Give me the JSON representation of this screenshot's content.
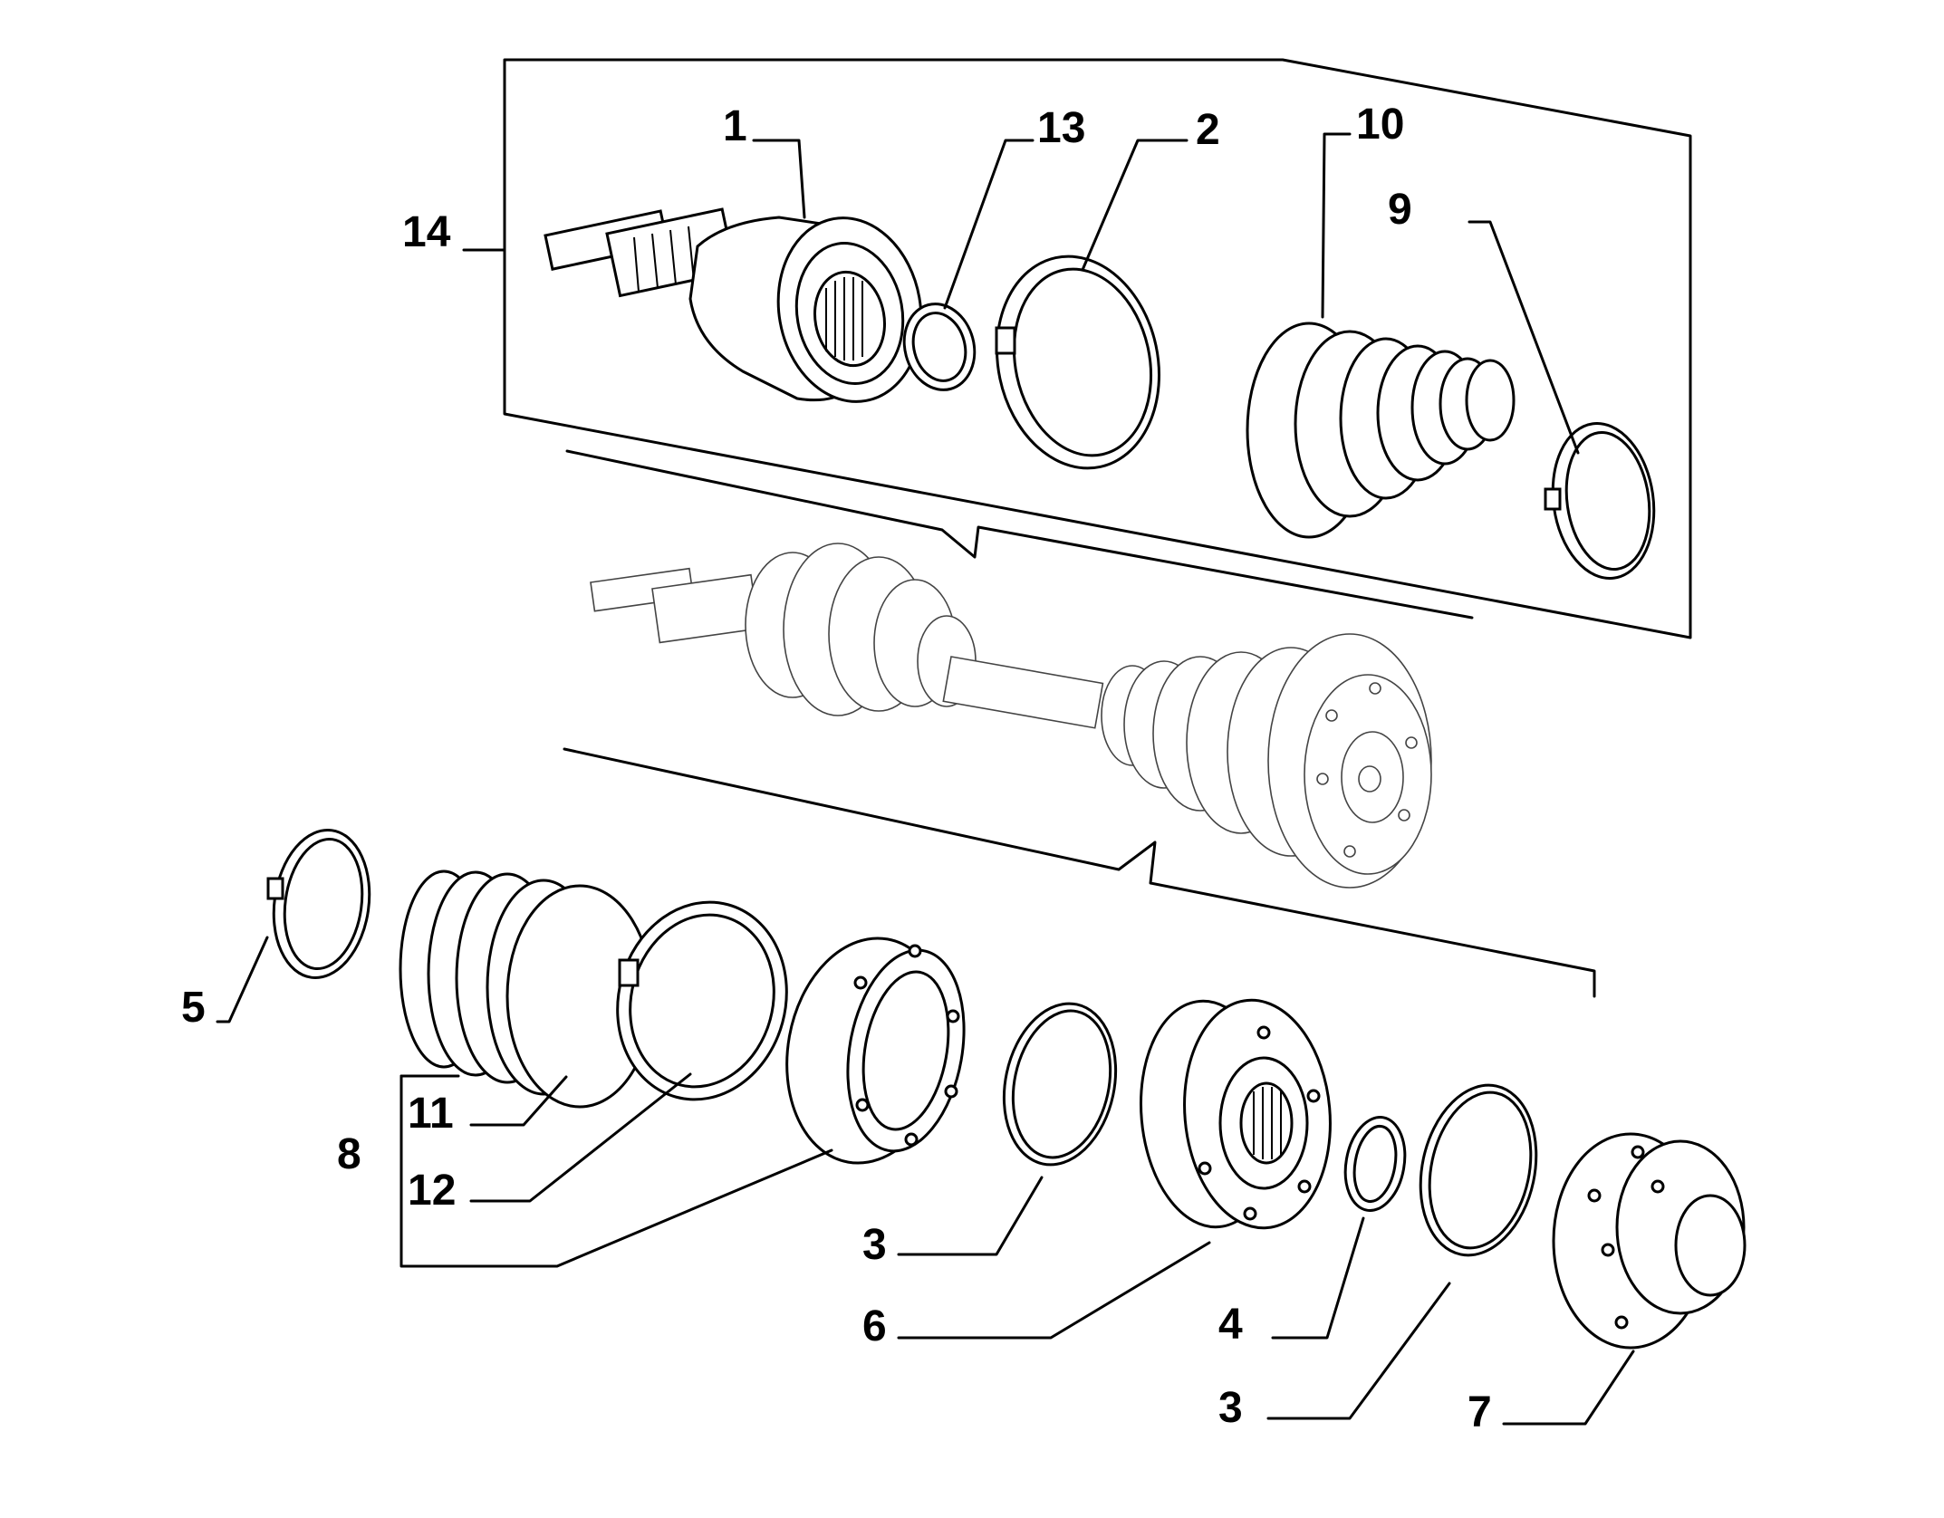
{
  "labels": {
    "p1": "1",
    "p2": "2",
    "p3a": "3",
    "p3b": "3",
    "p4": "4",
    "p5": "5",
    "p6": "6",
    "p7": "7",
    "p8": "8",
    "p9": "9",
    "p10": "10",
    "p11": "11",
    "p12": "12",
    "p13": "13",
    "p14": "14"
  }
}
